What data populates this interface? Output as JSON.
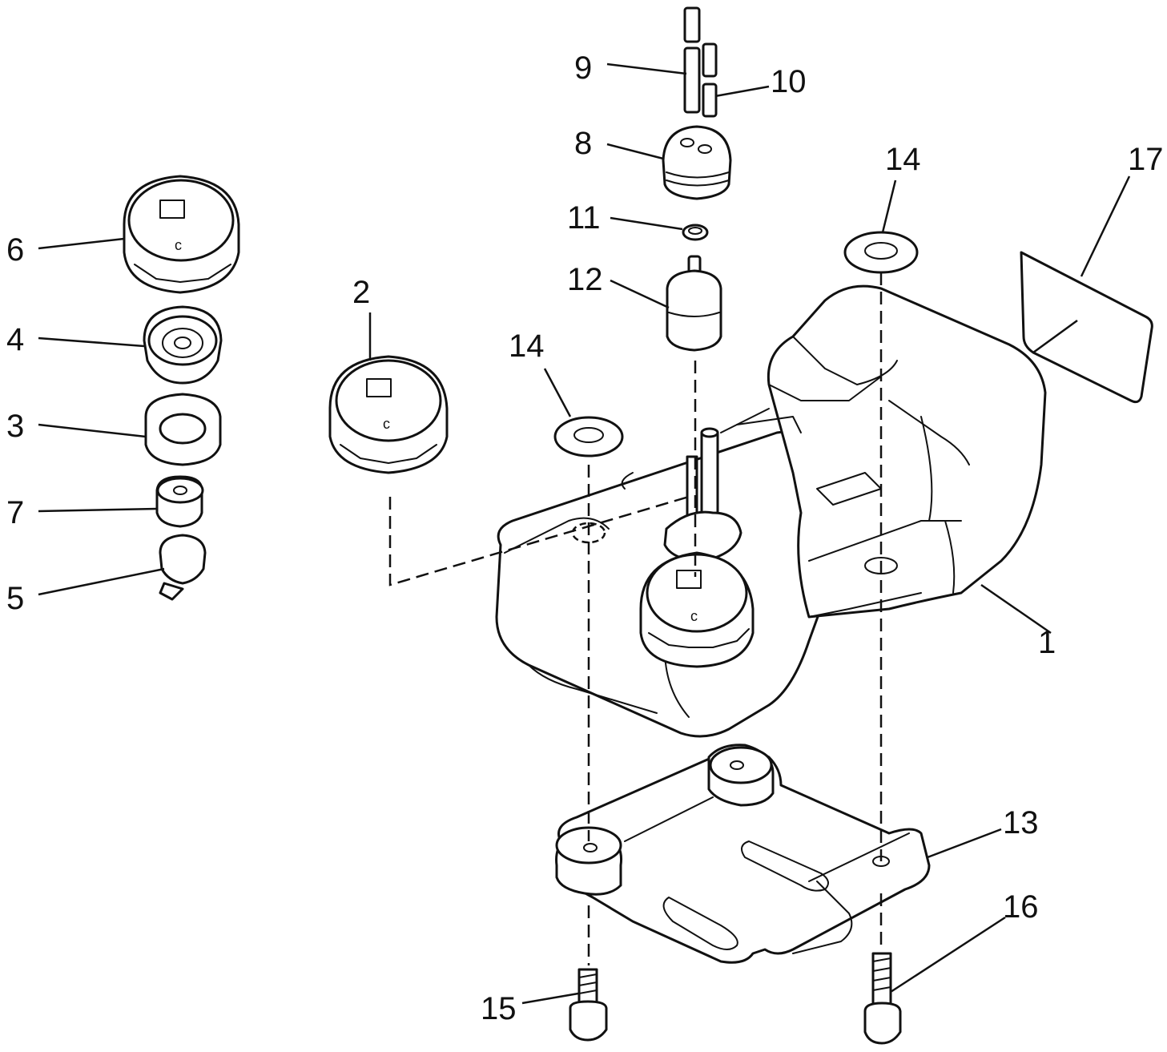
{
  "callouts": [
    {
      "id": "1",
      "text": "1"
    },
    {
      "id": "2",
      "text": "2"
    },
    {
      "id": "3",
      "text": "3"
    },
    {
      "id": "4",
      "text": "4"
    },
    {
      "id": "5",
      "text": "5"
    },
    {
      "id": "6",
      "text": "6"
    },
    {
      "id": "7",
      "text": "7"
    },
    {
      "id": "8",
      "text": "8"
    },
    {
      "id": "9",
      "text": "9"
    },
    {
      "id": "10",
      "text": "10"
    },
    {
      "id": "11",
      "text": "11"
    },
    {
      "id": "12",
      "text": "12"
    },
    {
      "id": "13",
      "text": "13"
    },
    {
      "id": "14a",
      "text": "14"
    },
    {
      "id": "14b",
      "text": "14"
    },
    {
      "id": "15",
      "text": "15"
    },
    {
      "id": "16",
      "text": "16"
    },
    {
      "id": "17",
      "text": "17"
    }
  ]
}
